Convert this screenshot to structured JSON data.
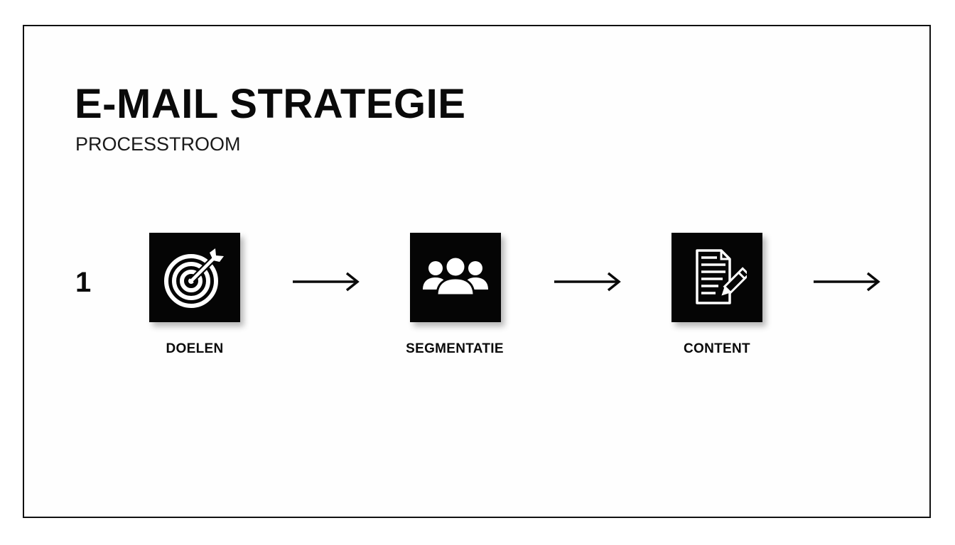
{
  "diagram": {
    "title": "E-MAIL STRATEGIE",
    "subtitle": "PROCESSTROOM",
    "step_number": "1",
    "steps": [
      {
        "label": "DOELEN",
        "icon": "target-icon"
      },
      {
        "label": "SEGMENTATIE",
        "icon": "users-group-icon"
      },
      {
        "label": "CONTENT",
        "icon": "document-edit-icon"
      }
    ],
    "colors": {
      "icon_tile": "#050505",
      "icon_glyph": "#ffffff",
      "text": "#0a0a0a",
      "frame": "#111111"
    }
  }
}
